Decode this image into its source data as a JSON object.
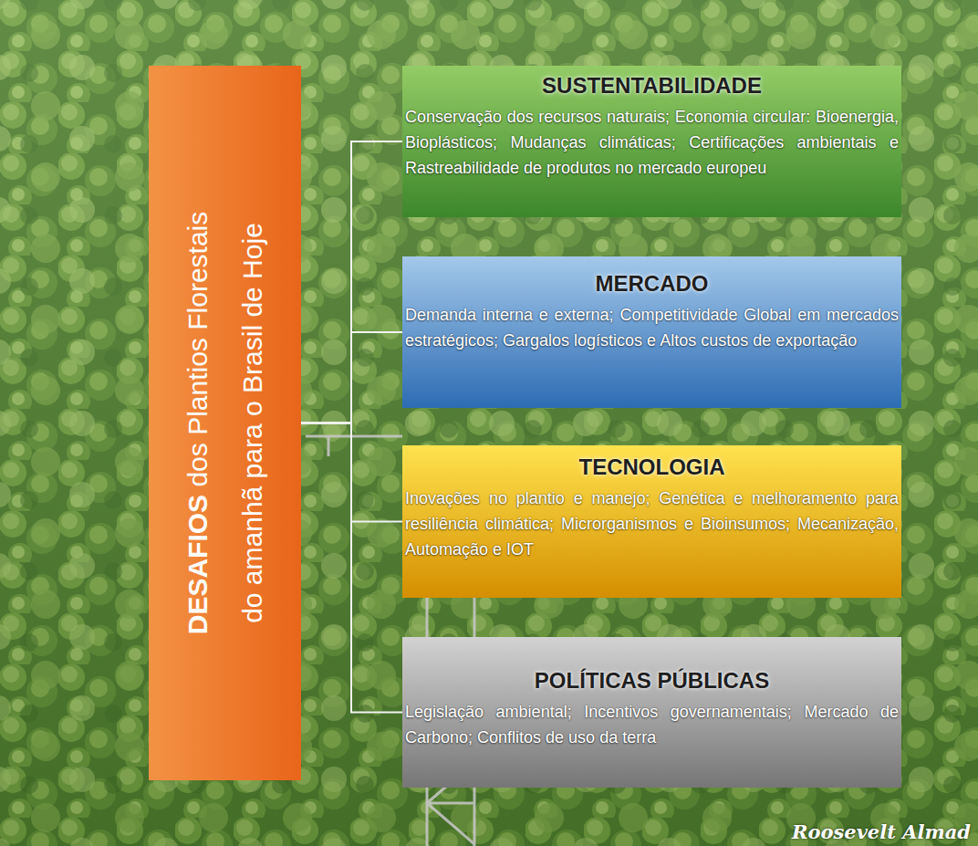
{
  "diagram": {
    "nodes": [
      {
        "text": [
          "DESAFIOS dos Plantios Florestais do amanhã para o Brasil de Hoje"
        ]
      },
      {
        "text": [
          "SUSTENTABILIDADE",
          "Conservação dos recursos naturais; Economia circular: Bioenergia, Bioplásticos; Mudanças climáticas; Certificações ambientais e Rastreabilidade de produtos no mercado europeu"
        ]
      },
      {
        "text": [
          "MERCADO",
          "Demanda interna e externa; Competitividade Global em mercados estratégicos; Gargalos logísticos e Altos custos de exportação"
        ]
      },
      {
        "text": [
          "TECNOLOGIA",
          "Inovações no plantio e manejo; Genética e melhoramento para resiliência climática; Microrganismos e Bioinsumos; Mecanização, Automação e IOT"
        ]
      },
      {
        "text": [
          "POLÍTICAS PÚBLICAS",
          "Legislação ambiental; Incentivos governamentais; Mercado de Carbono; Conflitos de uso da terra"
        ]
      }
    ],
    "edges": [
      {
        "from": 0,
        "to": 1,
        "arrow": "none"
      },
      {
        "from": 0,
        "to": 2,
        "arrow": "none"
      },
      {
        "from": 0,
        "to": 3,
        "arrow": "none"
      },
      {
        "from": 0,
        "to": 4,
        "arrow": "none"
      }
    ],
    "labels": [
      "Roosevelt Almad"
    ]
  }
}
